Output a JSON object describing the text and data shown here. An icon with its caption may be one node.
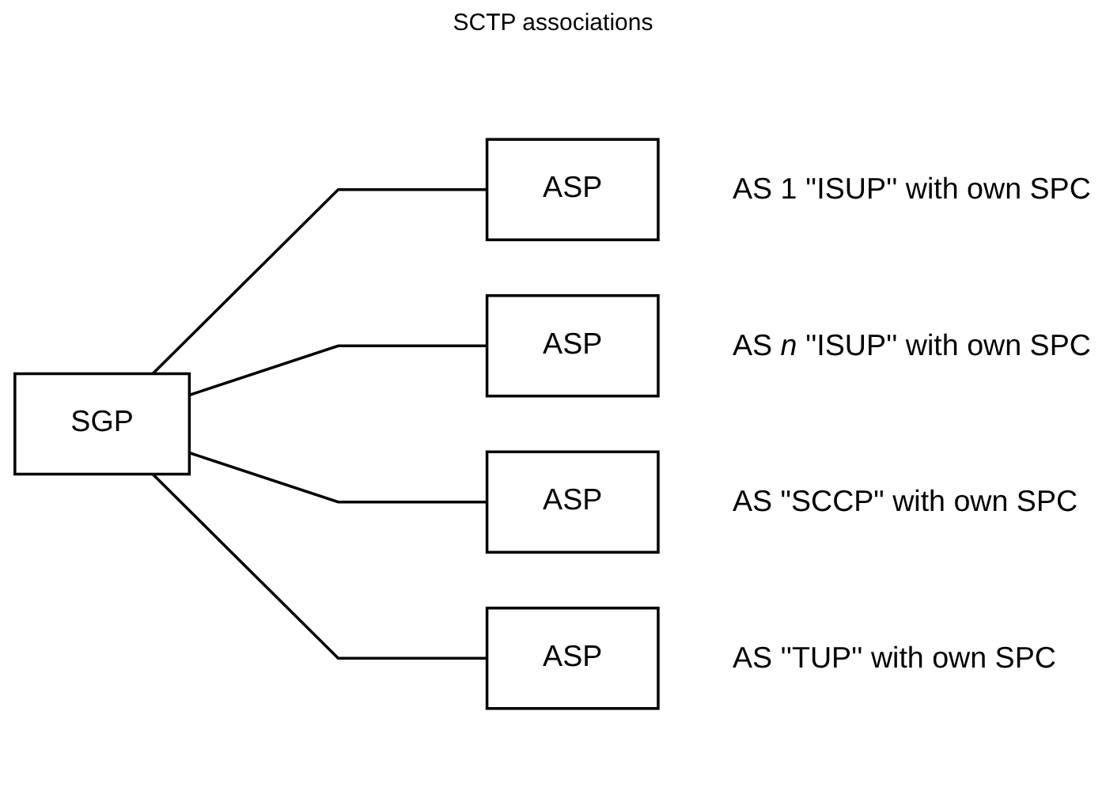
{
  "diagram": {
    "nodes": [
      {
        "text": [
          "SGP"
        ]
      },
      {
        "text": [
          "ASP"
        ],
        "beside": [
          "AS 1 ''ISUP''  with own SPC"
        ]
      },
      {
        "text": [
          "ASP"
        ],
        "beside": [
          "AS *n* ''ISUP''  with own SPC"
        ]
      },
      {
        "text": [
          "ASP"
        ],
        "beside": [
          "AS \"SCCP\"  with own SPC"
        ]
      },
      {
        "text": [
          "ASP"
        ],
        "beside": [
          "AS ''TUP''  with own SPC"
        ]
      }
    ],
    "edges": [
      {
        "from": 0,
        "to": 1,
        "arrow": "none"
      },
      {
        "from": 0,
        "to": 2,
        "arrow": "none"
      },
      {
        "from": 0,
        "to": 3,
        "arrow": "none"
      },
      {
        "from": 0,
        "to": 4,
        "arrow": "none"
      }
    ],
    "labels": [
      "SCTP associations"
    ]
  }
}
